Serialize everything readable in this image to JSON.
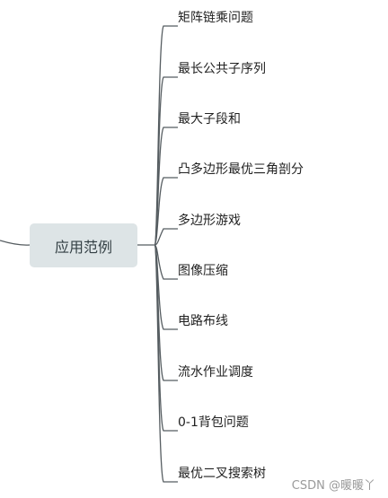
{
  "root": {
    "label": "应用范例"
  },
  "branches": [
    {
      "label": "矩阵链乘问题"
    },
    {
      "label": "最长公共子序列"
    },
    {
      "label": "最大子段和"
    },
    {
      "label": "凸多边形最优三角剖分"
    },
    {
      "label": "多边形游戏"
    },
    {
      "label": "图像压缩"
    },
    {
      "label": "电路布线"
    },
    {
      "label": "流水作业调度"
    },
    {
      "label": "0-1背包问题"
    },
    {
      "label": "最优二叉搜索树"
    }
  ],
  "watermark": "CSDN @暖暖丫"
}
